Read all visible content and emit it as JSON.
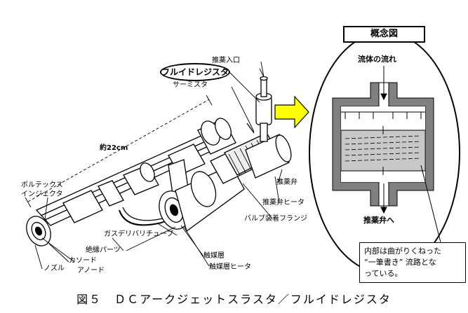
{
  "figure": {
    "caption": "図５　ＤＣアークジェットスラスタ／フルイドレジスタ",
    "concept_title": "概念図",
    "labels": {
      "fluid_resistor": "フルイドレジスタ",
      "propellant_inlet": "推薬入口",
      "thermistor": "サーミスタ",
      "length": "約22cm",
      "vortex_injector_line1": "ボルテックス",
      "vortex_injector_line2": "インジェクタ",
      "propellant_valve": "推薬弁",
      "valve_heater": "推薬弁ヒータ",
      "valve_flange": "バルブ装着フランジ",
      "gas_delivery_tube": "ガスデリバリチューブ",
      "insulator": "絶縁パーツ",
      "cathode": "カソード",
      "anode": "アノード",
      "nozzle": "ノズル",
      "catalyst_layer": "触媒層",
      "catalyst_heater": "触媒層ヒータ",
      "fluid_flow": "流体の流れ",
      "to_valve": "推薬弁へ"
    },
    "note": {
      "line1": "内部は曲がりくねった",
      "line2": "“一筆書き” 流路とな",
      "line3": "っている。"
    },
    "colors": {
      "arrow_yellow": "#ffff00",
      "channel_gray": "#808080",
      "flow_fill": "#c8c8c8"
    }
  }
}
